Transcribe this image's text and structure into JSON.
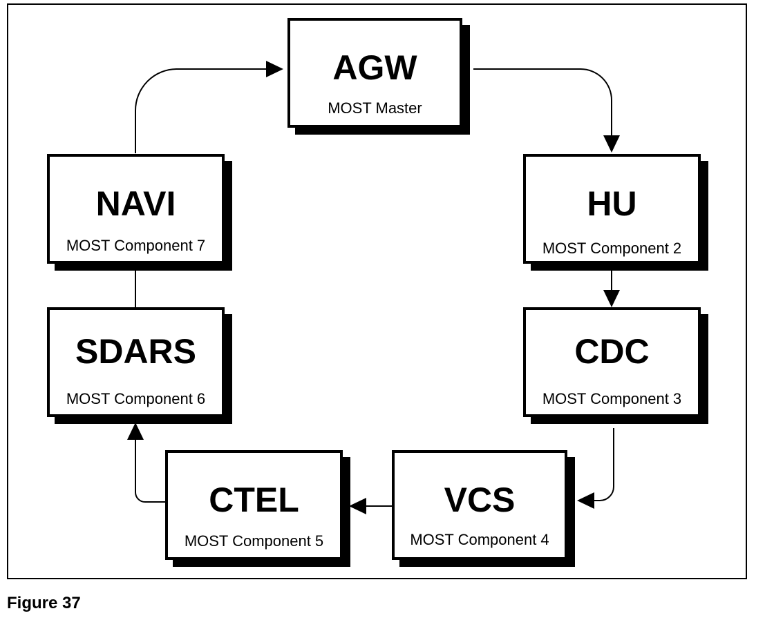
{
  "nodes": {
    "agw": {
      "title": "AGW",
      "subtitle": "MOST Master"
    },
    "hu": {
      "title": "HU",
      "subtitle": "MOST Component 2"
    },
    "cdc": {
      "title": "CDC",
      "subtitle": "MOST Component 3"
    },
    "vcs": {
      "title": "VCS",
      "subtitle": "MOST Component 4"
    },
    "ctel": {
      "title": "CTEL",
      "subtitle": "MOST Component 5"
    },
    "sdars": {
      "title": "SDARS",
      "subtitle": "MOST Component 6"
    },
    "navi": {
      "title": "NAVI",
      "subtitle": "MOST Component 7"
    }
  },
  "edges": [
    {
      "from": "agw",
      "to": "hu"
    },
    {
      "from": "hu",
      "to": "cdc"
    },
    {
      "from": "cdc",
      "to": "vcs"
    },
    {
      "from": "vcs",
      "to": "ctel"
    },
    {
      "from": "ctel",
      "to": "sdars"
    },
    {
      "from": "sdars",
      "to": "navi"
    },
    {
      "from": "navi",
      "to": "agw"
    }
  ],
  "caption": "Figure 37"
}
